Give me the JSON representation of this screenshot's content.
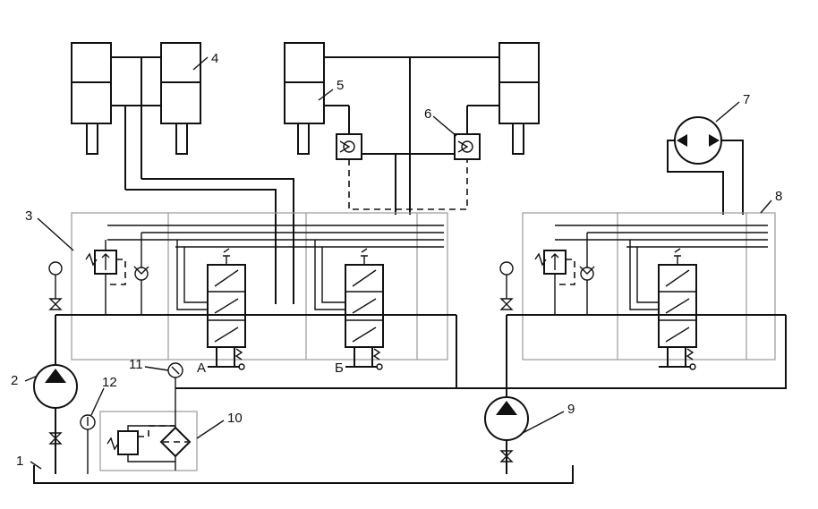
{
  "diagram": {
    "labels": {
      "l1": "1",
      "l2": "2",
      "l3": "3",
      "l4": "4",
      "l5": "5",
      "l6": "6",
      "l7": "7",
      "l8": "8",
      "l9": "9",
      "l10": "10",
      "l11": "11",
      "l12": "12",
      "valve_a": "А",
      "valve_b": "Б"
    }
  }
}
